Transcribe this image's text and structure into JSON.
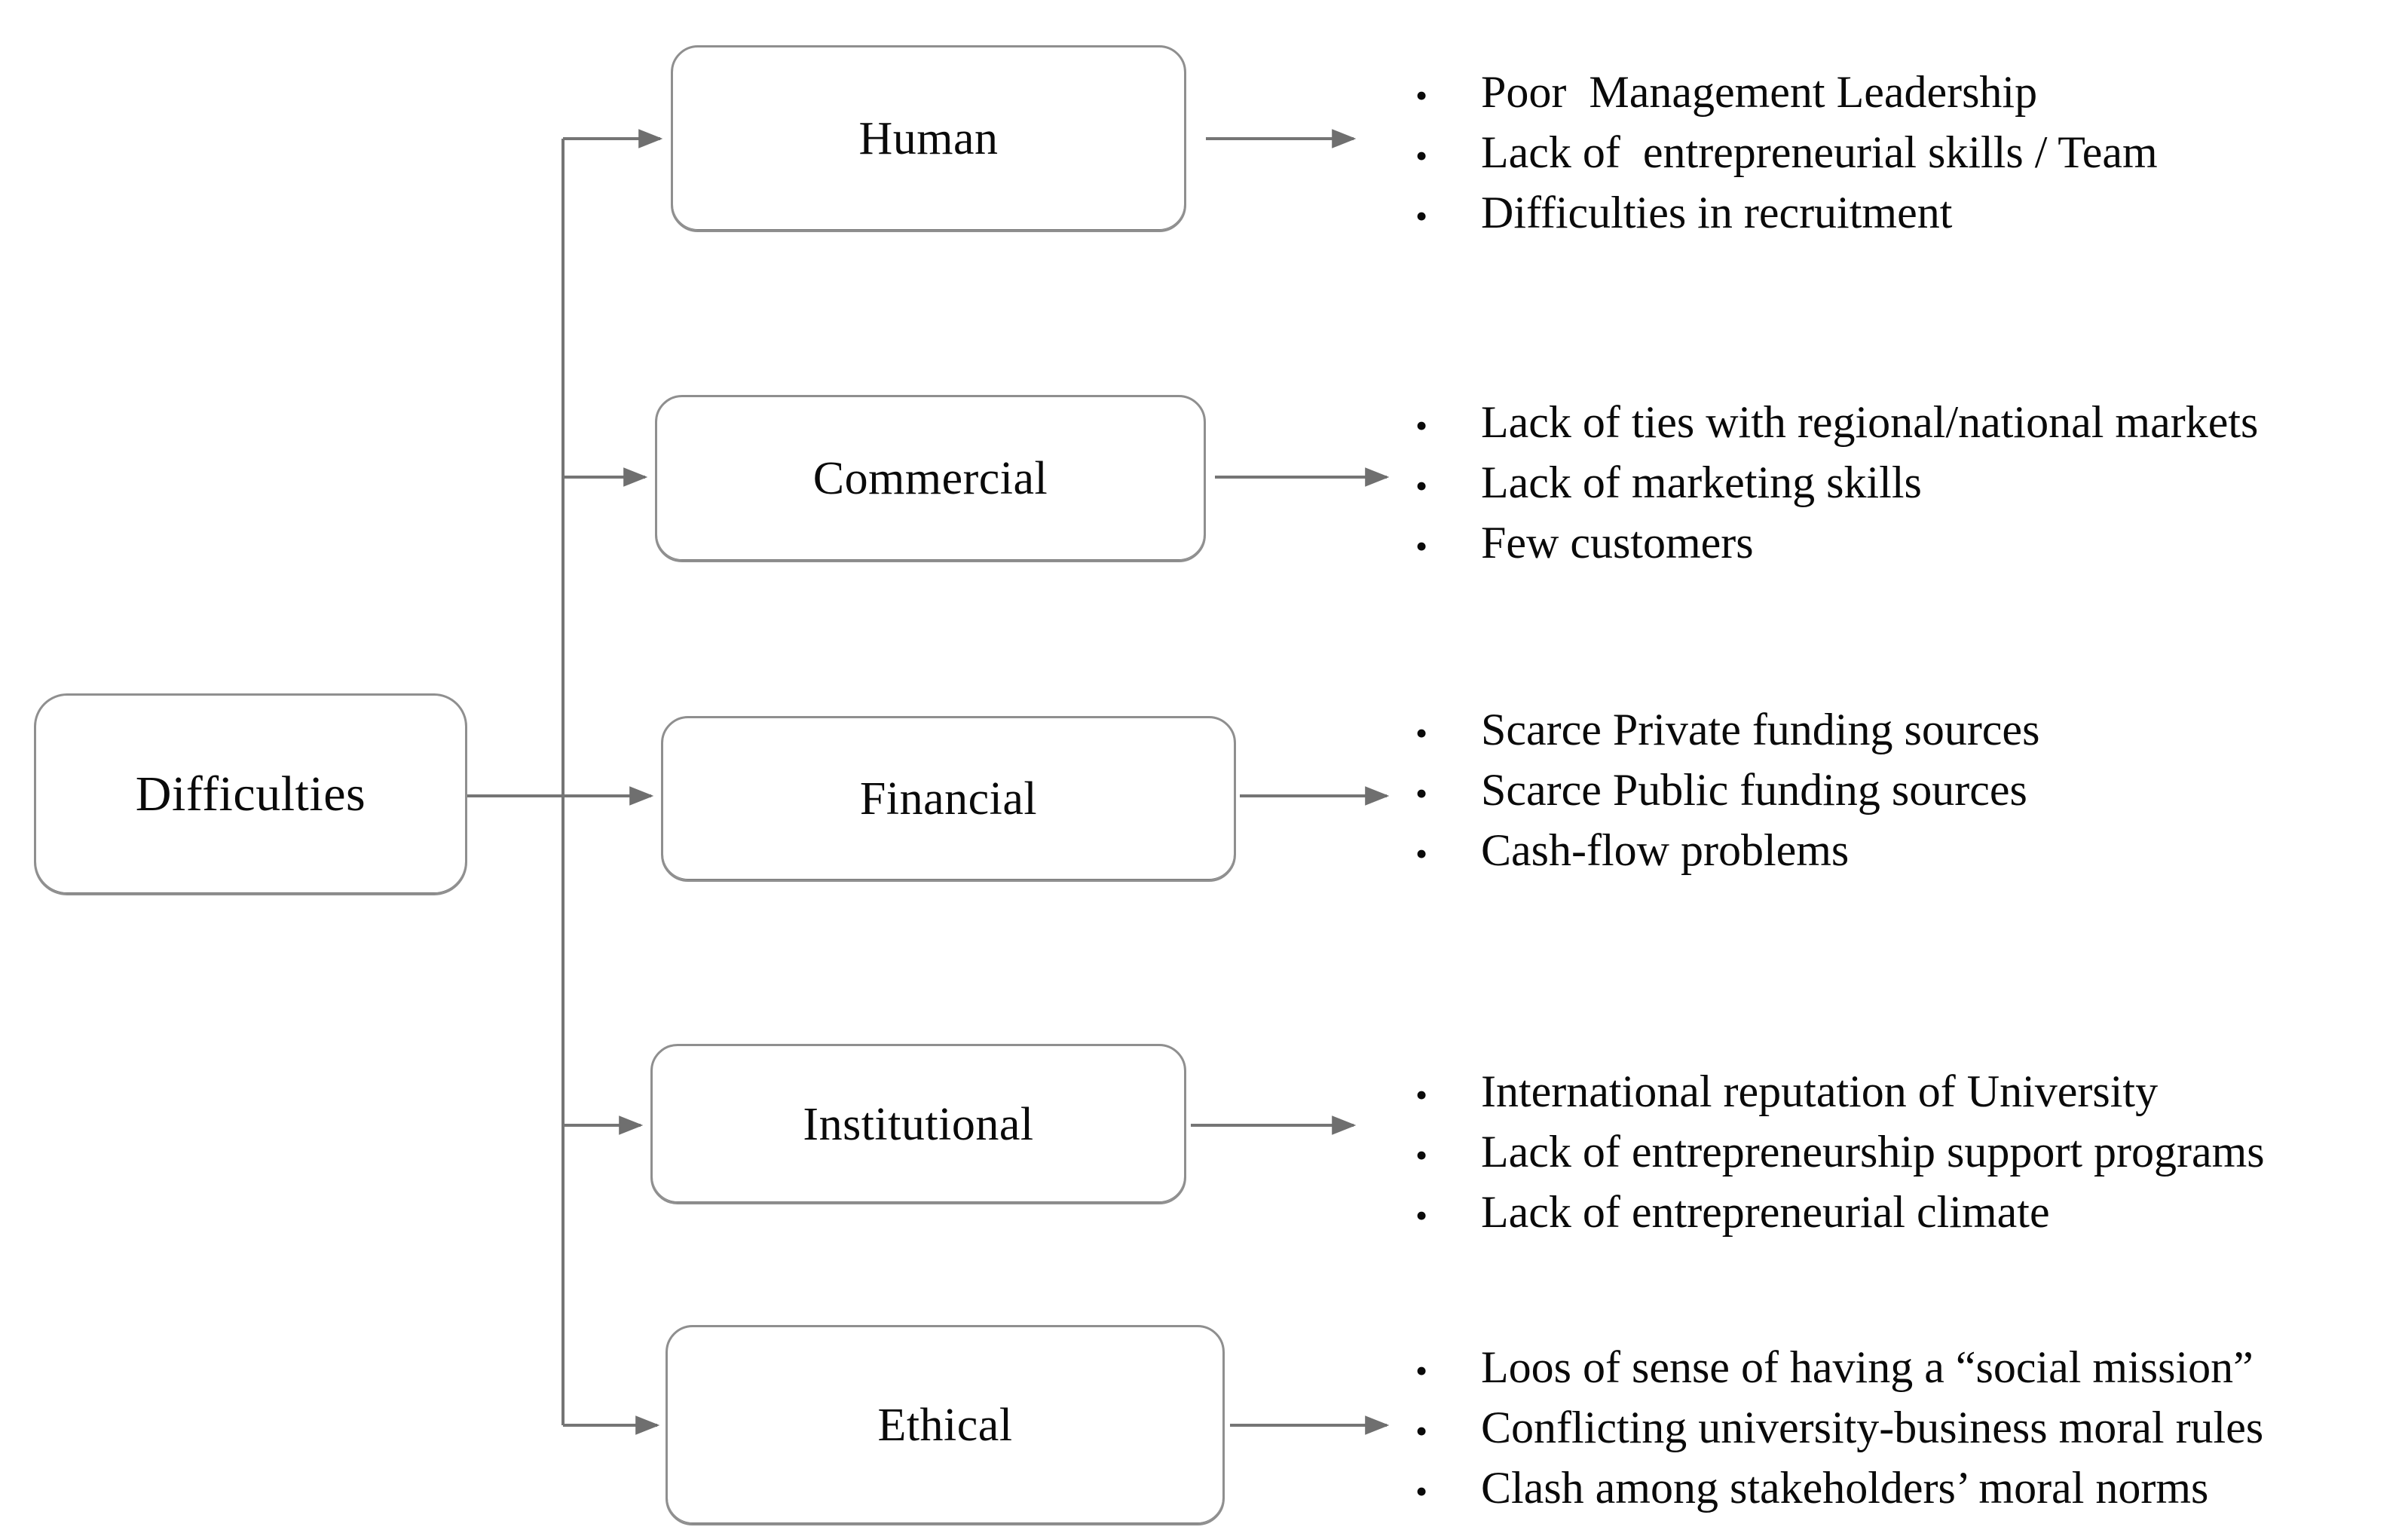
{
  "diagram": {
    "root_label": "Difficulties",
    "bullet": "•",
    "branches": [
      {
        "label": "Human",
        "items": [
          "Poor  Management Leadership",
          "Lack of  entrepreneurial skills / Team",
          "Difficulties in recruitment"
        ]
      },
      {
        "label": "Commercial",
        "items": [
          "Lack of ties with regional/national markets",
          "Lack of marketing skills",
          "Few customers"
        ]
      },
      {
        "label": "Financial",
        "items": [
          "Scarce Private funding sources",
          "Scarce Public funding sources",
          "Cash-flow problems"
        ]
      },
      {
        "label": "Institutional",
        "items": [
          "International reputation of University",
          "Lack of entrepreneurship support programs",
          "Lack of entrepreneurial climate"
        ]
      },
      {
        "label": "Ethical",
        "items": [
          "Loos of sense of having a “social mission”",
          "Conflicting university-business moral rules",
          "Clash among stakeholders’ moral norms"
        ]
      }
    ],
    "colors": {
      "line": "#757575",
      "box_border": "#8f8f8f",
      "text": "#0a0a0a",
      "background": "#ffffff"
    }
  }
}
